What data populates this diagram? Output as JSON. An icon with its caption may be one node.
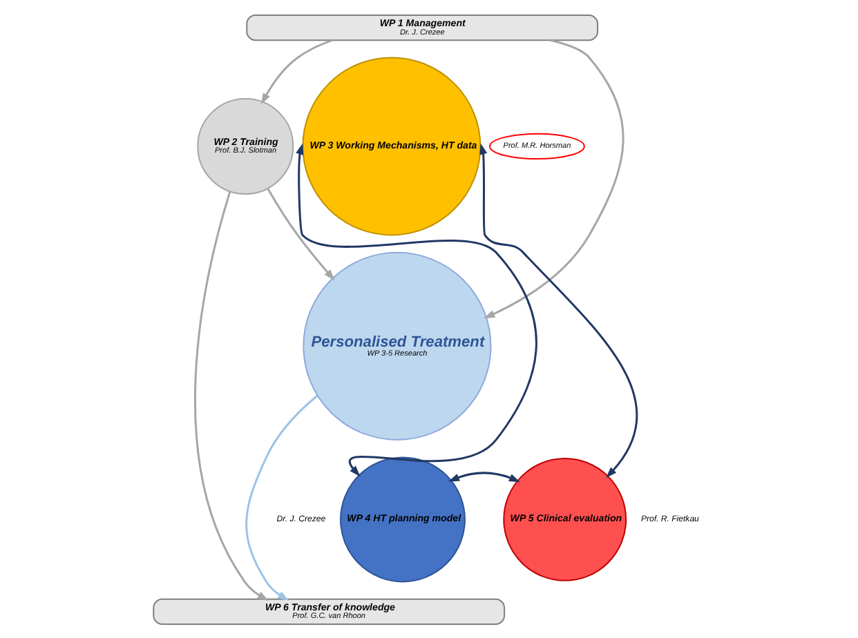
{
  "diagram": {
    "nodes": [
      {
        "text": [
          "WP 1 Management",
          "Dr. J. Crezee"
        ]
      },
      {
        "text": [
          "WP 2 Training",
          "Prof. B.J. Slotman"
        ]
      },
      {
        "text": [
          "Personalised Treatment",
          "WP 3-5 Research"
        ]
      },
      {
        "text": [
          "WP 3 Working Mechanisms, HT data"
        ]
      },
      {
        "text": [
          "WP 4 HT planning model"
        ],
        "beside": [
          "Dr. J. Crezee"
        ]
      },
      {
        "text": [
          "WP 5 Clinical evaluation"
        ],
        "beside": [
          "Prof. R. Fietkau"
        ]
      },
      {
        "text": [
          "WP 6 Transfer of knowledge",
          "Prof. G.C. van Rhoon"
        ]
      },
      {
        "text": [
          "Prof. M.R. Horsman"
        ]
      }
    ],
    "edges": [
      {
        "from": 0,
        "to": 1,
        "arrow": "to"
      },
      {
        "from": 0,
        "to": 2,
        "arrow": "to"
      },
      {
        "from": 1,
        "to": 2,
        "arrow": "to"
      },
      {
        "from": 1,
        "to": 6,
        "arrow": "to"
      },
      {
        "from": 2,
        "to": 6,
        "arrow": "to",
        "color": "#9dc3e6"
      },
      {
        "from": 3,
        "to": 5,
        "arrow": "both",
        "color": "#203864"
      },
      {
        "from": 5,
        "to": 4,
        "arrow": "both",
        "color": "#203864"
      },
      {
        "from": 4,
        "to": 3,
        "arrow": "both",
        "color": "#203864"
      }
    ]
  }
}
